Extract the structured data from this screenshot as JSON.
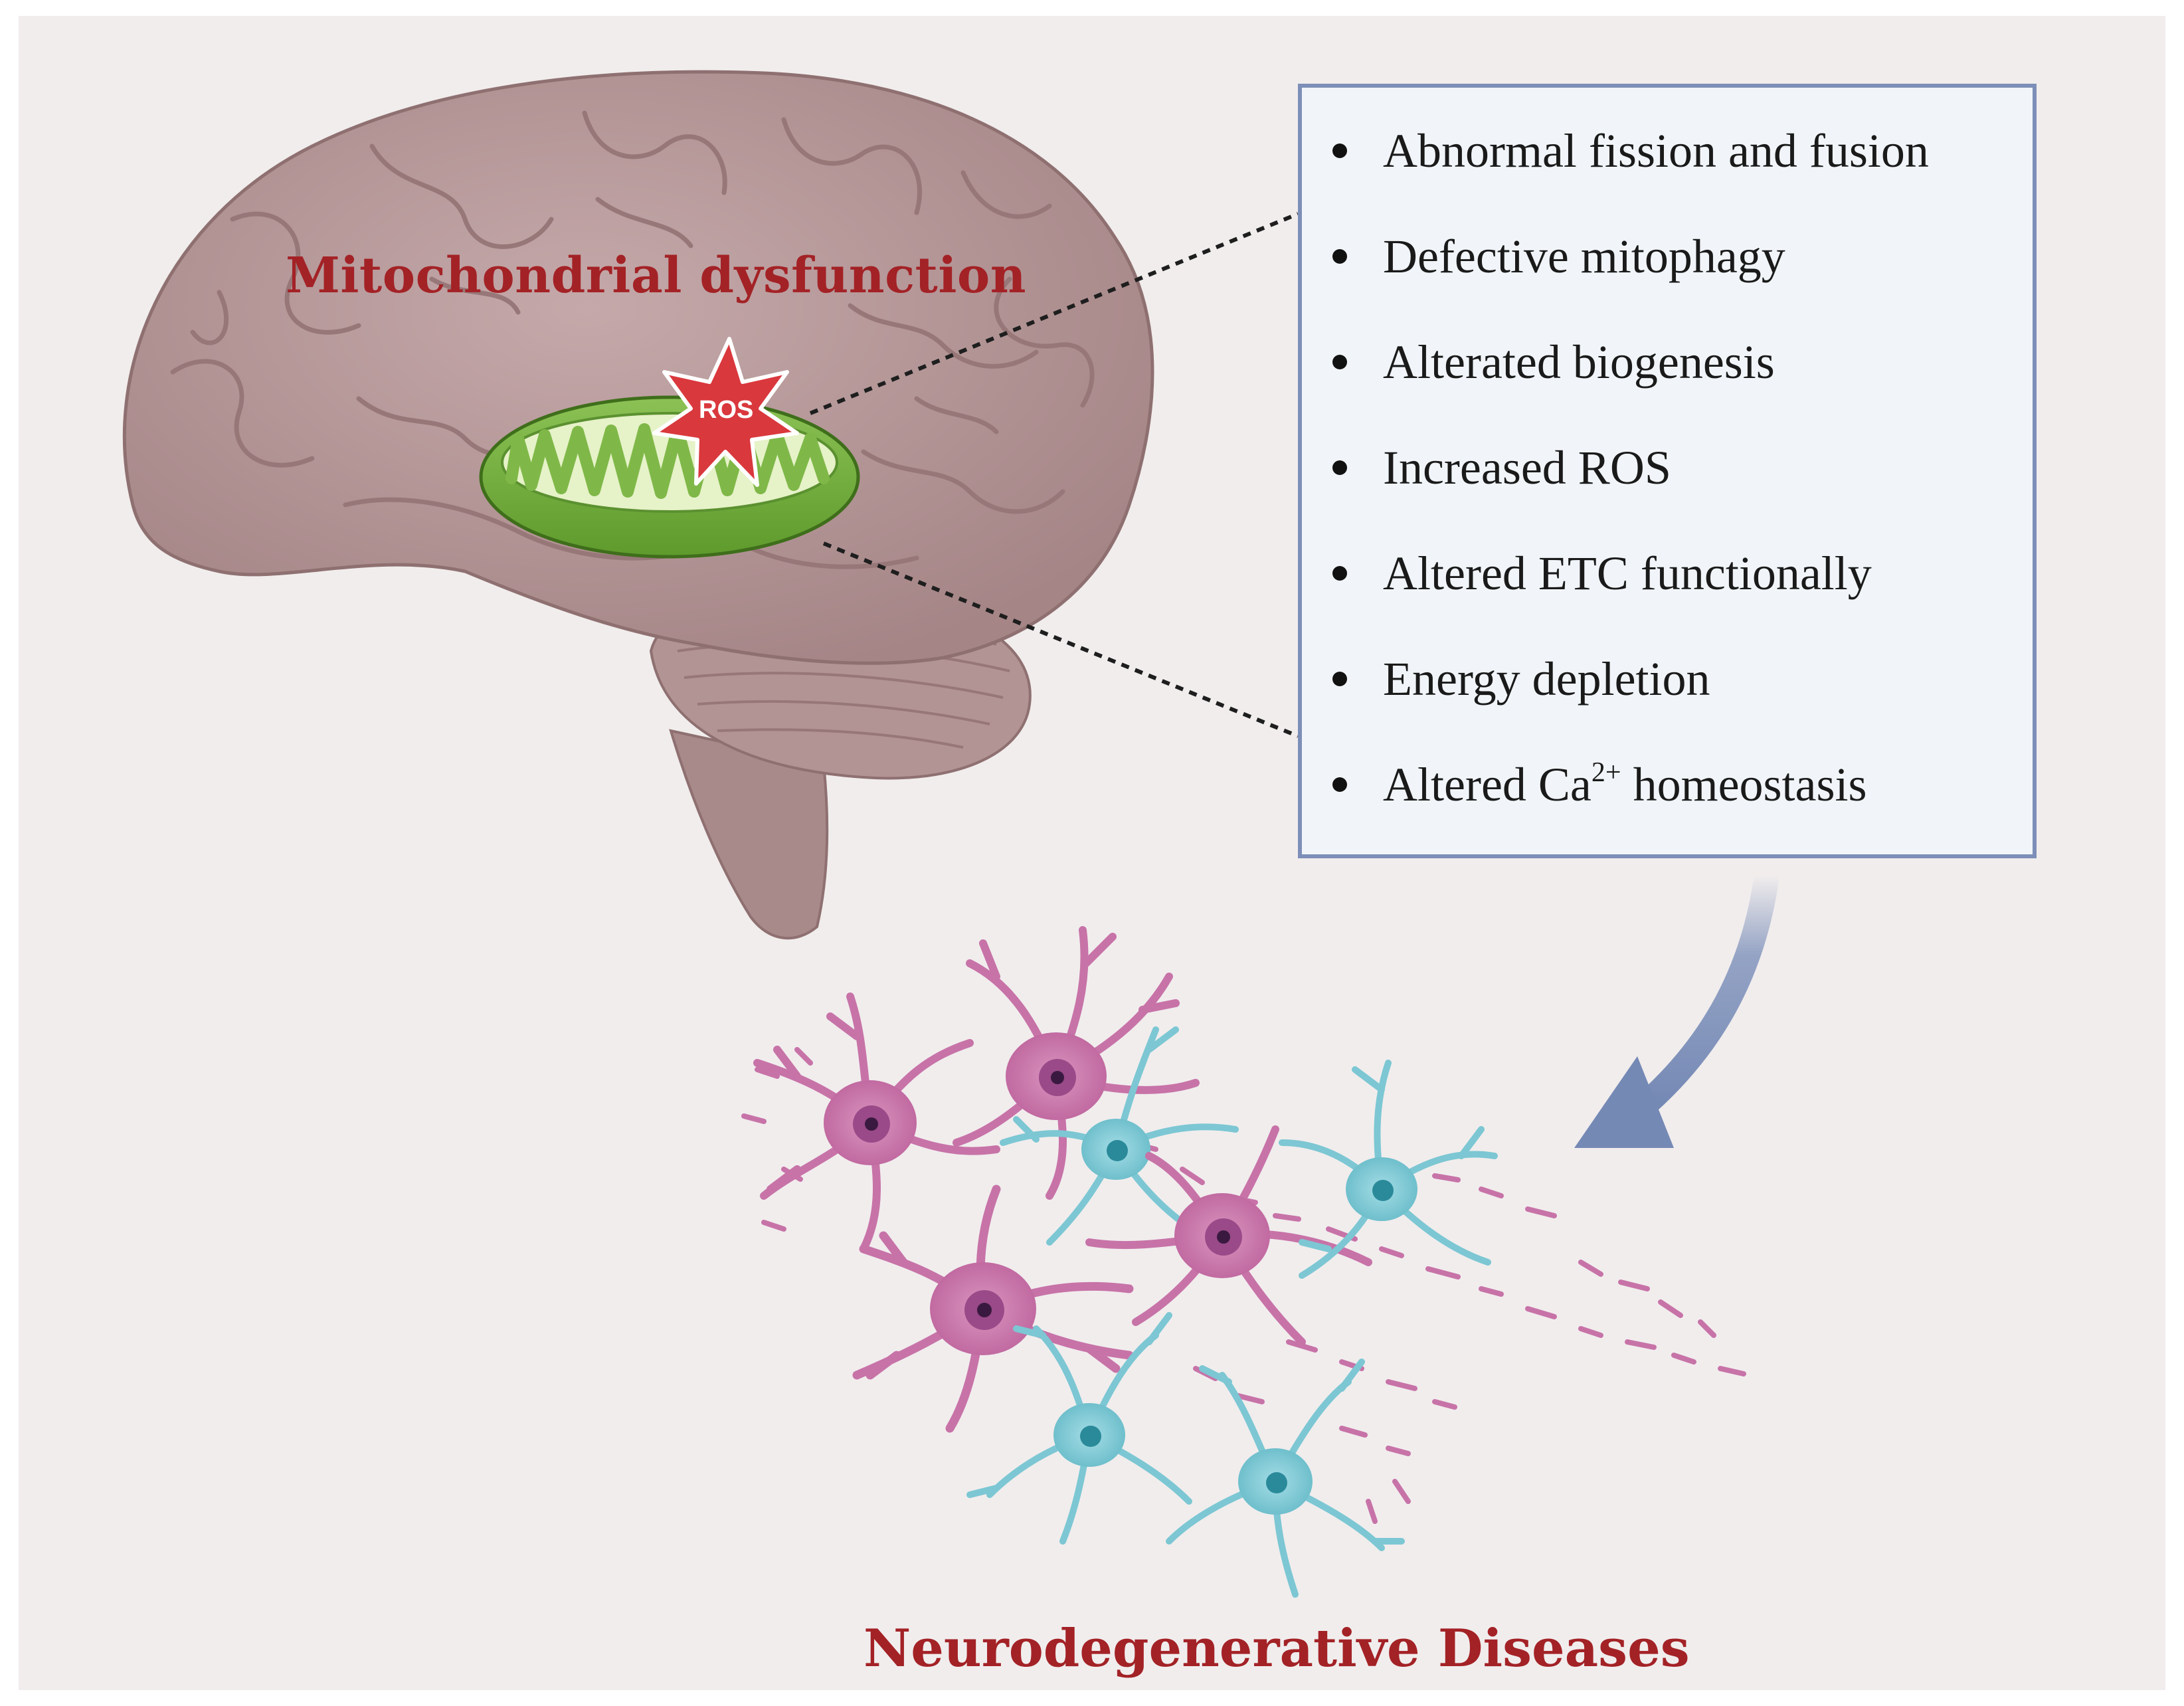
{
  "title": "Mitochondrial dysfunction",
  "ros_label": "ROS",
  "symptoms": [
    {
      "text": "Abnormal fission and fusion"
    },
    {
      "text": "Defective mitophagy"
    },
    {
      "text": "Alterated biogenesis"
    },
    {
      "text": "Increased ROS"
    },
    {
      "text": "Altered ETC functionally"
    },
    {
      "text": "Energy depletion"
    },
    {
      "text": "Altered Ca",
      "sup": "2+",
      "after": " homeostasis"
    }
  ],
  "bottom_label": "Neurodegenerative Diseases",
  "colors": {
    "background": "#f1eded",
    "title_red": "#a32226",
    "brain": "#b89a9b",
    "mitochondrion_green": "#76b043",
    "ros_red": "#d9383d",
    "box_border": "#7d8fb8",
    "box_fill": "#f1f5f9",
    "neuron_pink": "#c773a8",
    "astrocyte_cyan": "#7cc7d3",
    "arrow": "#8a9bc0"
  }
}
